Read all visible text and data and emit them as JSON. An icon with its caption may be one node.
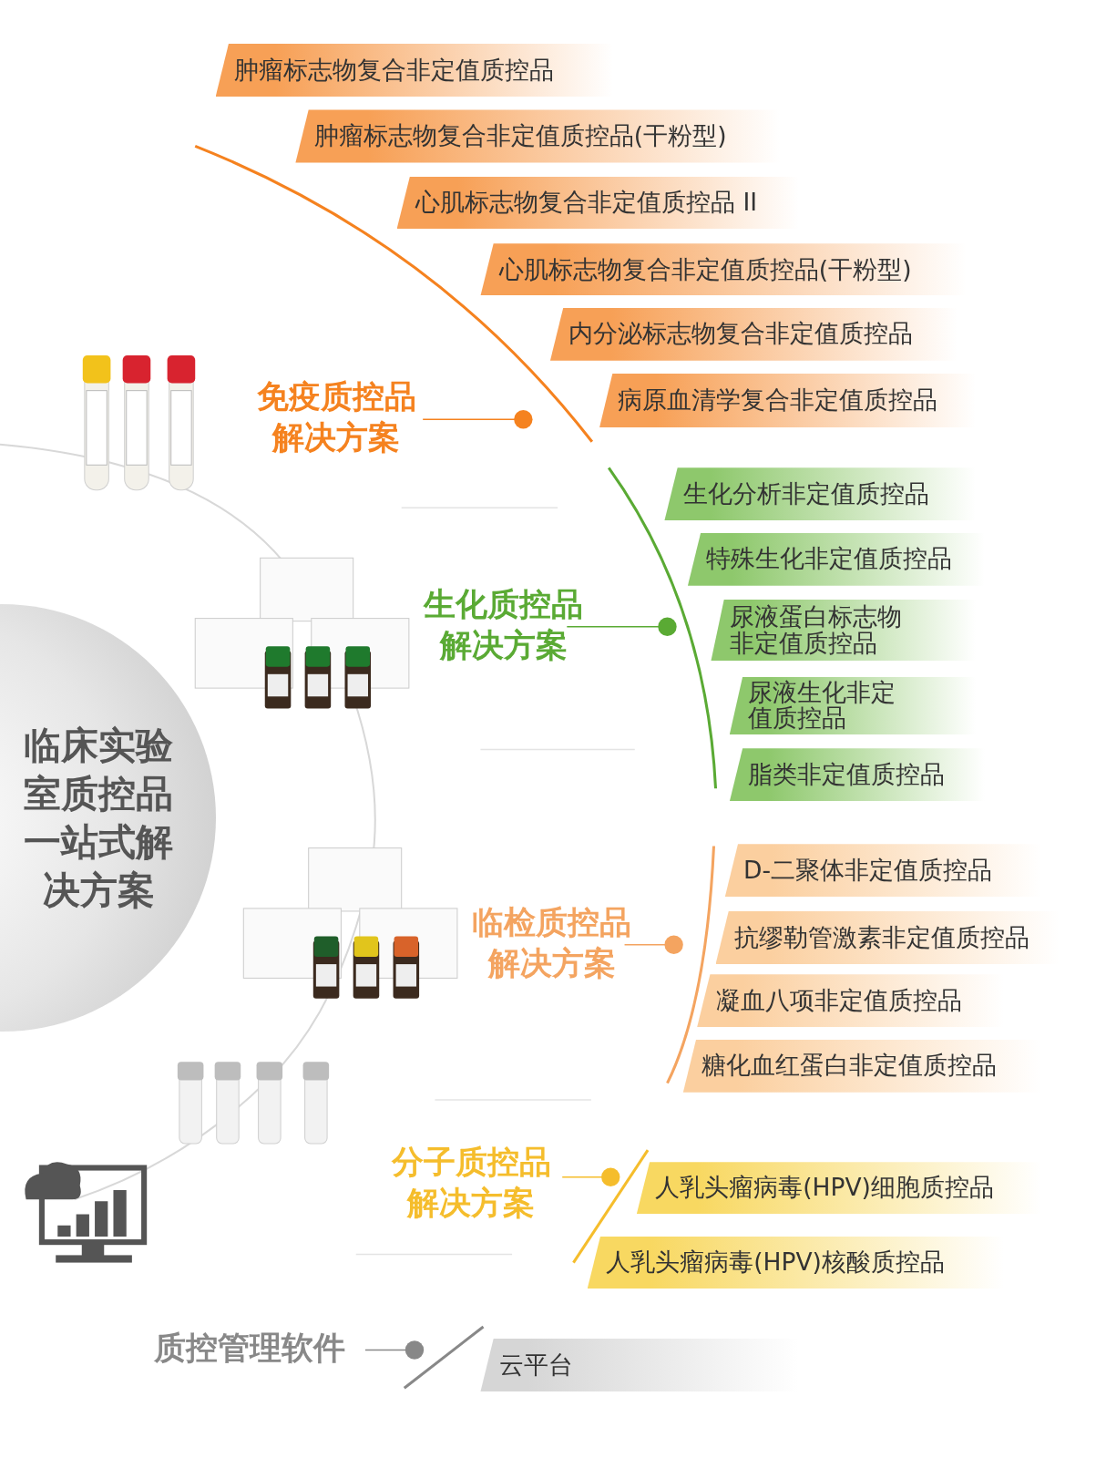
{
  "diagram": {
    "nodes": [
      {
        "text": [
          "临床实验室质控品一站式解决方案"
        ]
      },
      {
        "text": [
          "免疫质控品解决方案"
        ]
      },
      {
        "text": [
          "肿瘤标志物复合非定值质控品"
        ]
      },
      {
        "text": [
          "肿瘤标志物复合非定值质控品(干粉型)"
        ]
      },
      {
        "text": [
          "心肌标志物复合非定值质控品 II"
        ]
      },
      {
        "text": [
          "心肌标志物复合非定值质控品(干粉型)"
        ]
      },
      {
        "text": [
          "内分泌标志物复合非定值质控品"
        ]
      },
      {
        "text": [
          "病原血清学复合非定值质控品"
        ]
      },
      {
        "text": [
          "生化质控品解决方案"
        ]
      },
      {
        "text": [
          "生化分析非定值质控品"
        ]
      },
      {
        "text": [
          "特殊生化非定值质控品"
        ]
      },
      {
        "text": [
          "尿液蛋白标志物非定值质控品"
        ]
      },
      {
        "text": [
          "尿液生化非定值质控品"
        ]
      },
      {
        "text": [
          "脂类非定值质控品"
        ]
      },
      {
        "text": [
          "临检质控品解决方案"
        ]
      },
      {
        "text": [
          "D-二聚体非定值质控品"
        ]
      },
      {
        "text": [
          "抗缪勒管激素非定值质控品"
        ]
      },
      {
        "text": [
          "凝血八项非定值质控品"
        ]
      },
      {
        "text": [
          "糖化血红蛋白非定值质控品"
        ]
      },
      {
        "text": [
          "分子质控品解决方案"
        ]
      },
      {
        "text": [
          "人乳头瘤病毒(HPV)细胞质控品"
        ]
      },
      {
        "text": [
          "人乳头瘤病毒(HPV)核酸质控品"
        ]
      },
      {
        "text": [
          "质控管理软件"
        ]
      },
      {
        "text": [
          "云平台"
        ]
      }
    ]
  }
}
